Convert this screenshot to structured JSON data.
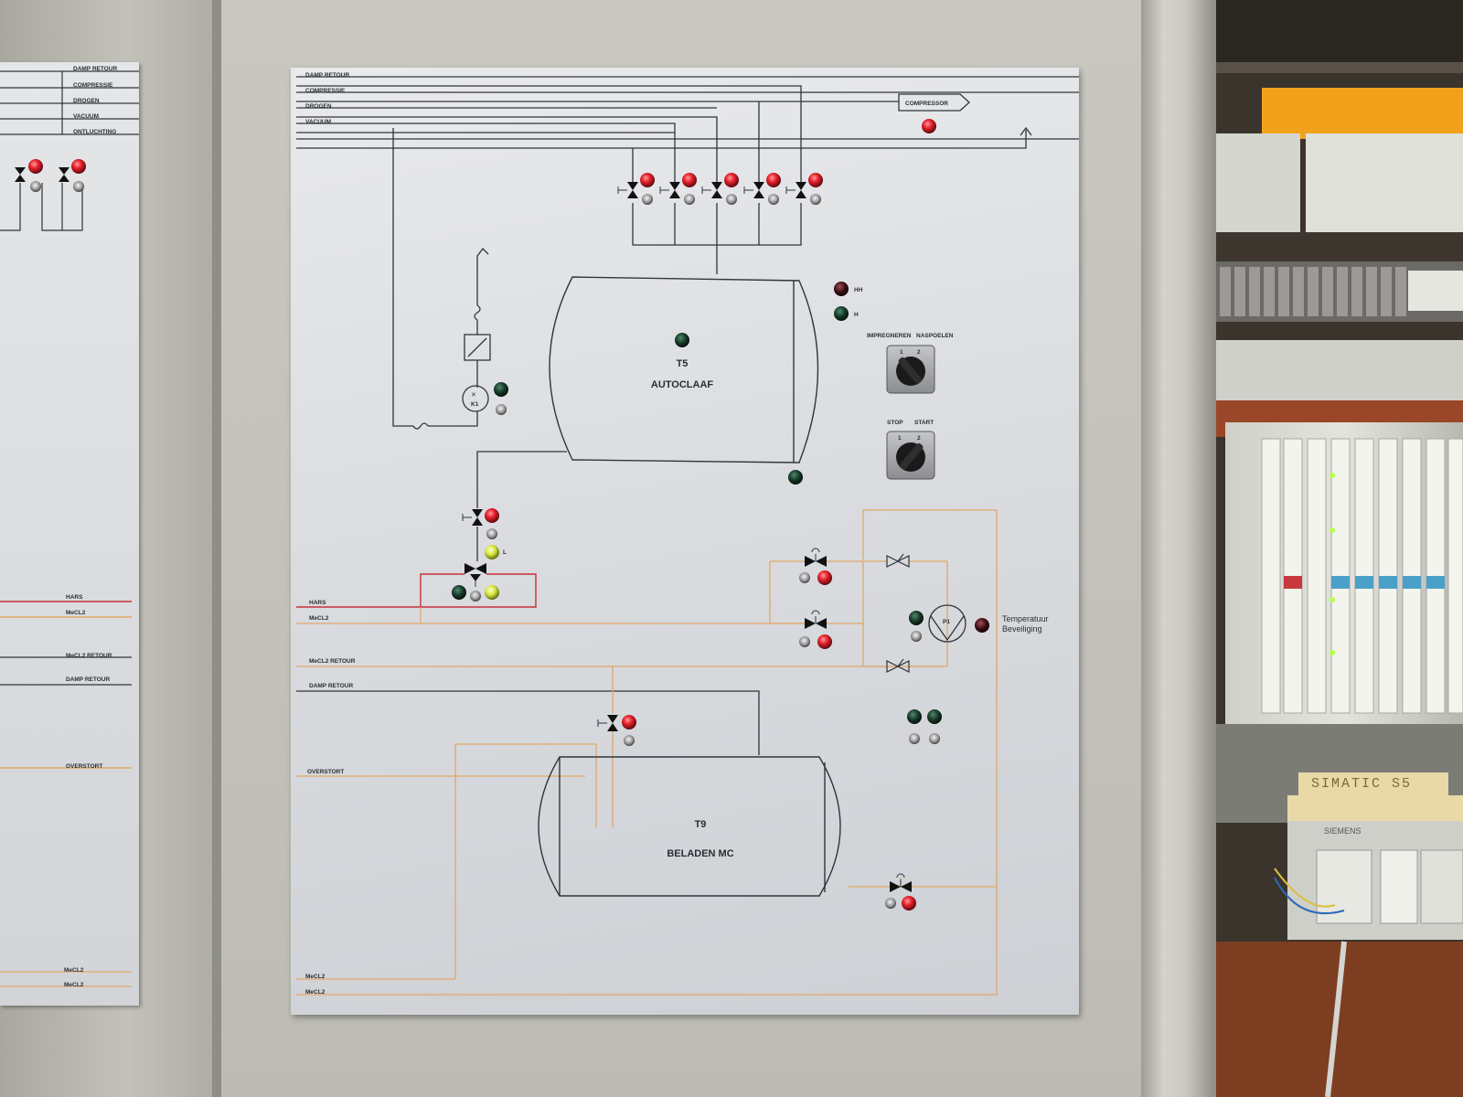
{
  "left_panel": {
    "line_labels": [
      "DAMP RETOUR",
      "COMPRESSIE",
      "DROGEN",
      "VACUUM",
      "ONTLUCHTING"
    ],
    "bottom_labels": [
      "HARS",
      "MeCL2",
      "MeCL2 RETOUR",
      "DAMP RETOUR",
      "OVERSTORT",
      "MeCL2",
      "MeCL2"
    ]
  },
  "main_panel": {
    "line_labels": {
      "damp_retour_top": "DAMP RETOUR",
      "compressie": "COMPRESSIE",
      "drogen": "DROGEN",
      "vacuum": "VACUUM",
      "hars": "HARS",
      "mecl2": "MeCL2",
      "mecl2_retour": "MeCL2 RETOUR",
      "damp_retour": "DAMP RETOUR",
      "overstort": "OVERSTORT",
      "mecl2_bottom_1": "MeCL2",
      "mecl2_bottom_2": "MeCL2"
    },
    "compressor_label": "COMPRESSOR",
    "tank_t5": {
      "id": "T5",
      "name": "AUTOCLAAF"
    },
    "tank_t9": {
      "id": "T9",
      "name": "BELADEN MC"
    },
    "level_labels": {
      "hh": "HH",
      "h": "H",
      "l": "L"
    },
    "switch_1": {
      "left_label": "IMPREGNEREN",
      "right_label": "NASPOELEN",
      "pos_1": "1",
      "pos_2": "2"
    },
    "switch_2": {
      "left_label": "STOP",
      "right_label": "START",
      "pos_1": "1",
      "pos_2": "2"
    },
    "pump_label": "P1",
    "motor_label": "K1",
    "temperature_label_line1": "Temperatuur",
    "temperature_label_line2": "Beveiliging"
  },
  "colors": {
    "red_lamp": "#e8202a",
    "green_lamp": "#173a2a",
    "yellow_green_lamp": "#d8e640",
    "orange_line": "#e0a868",
    "red_line": "#c8303a",
    "dark_line": "#30353c"
  },
  "plc": {
    "label": "SIMATIC S5",
    "brand": "SIEMENS"
  }
}
